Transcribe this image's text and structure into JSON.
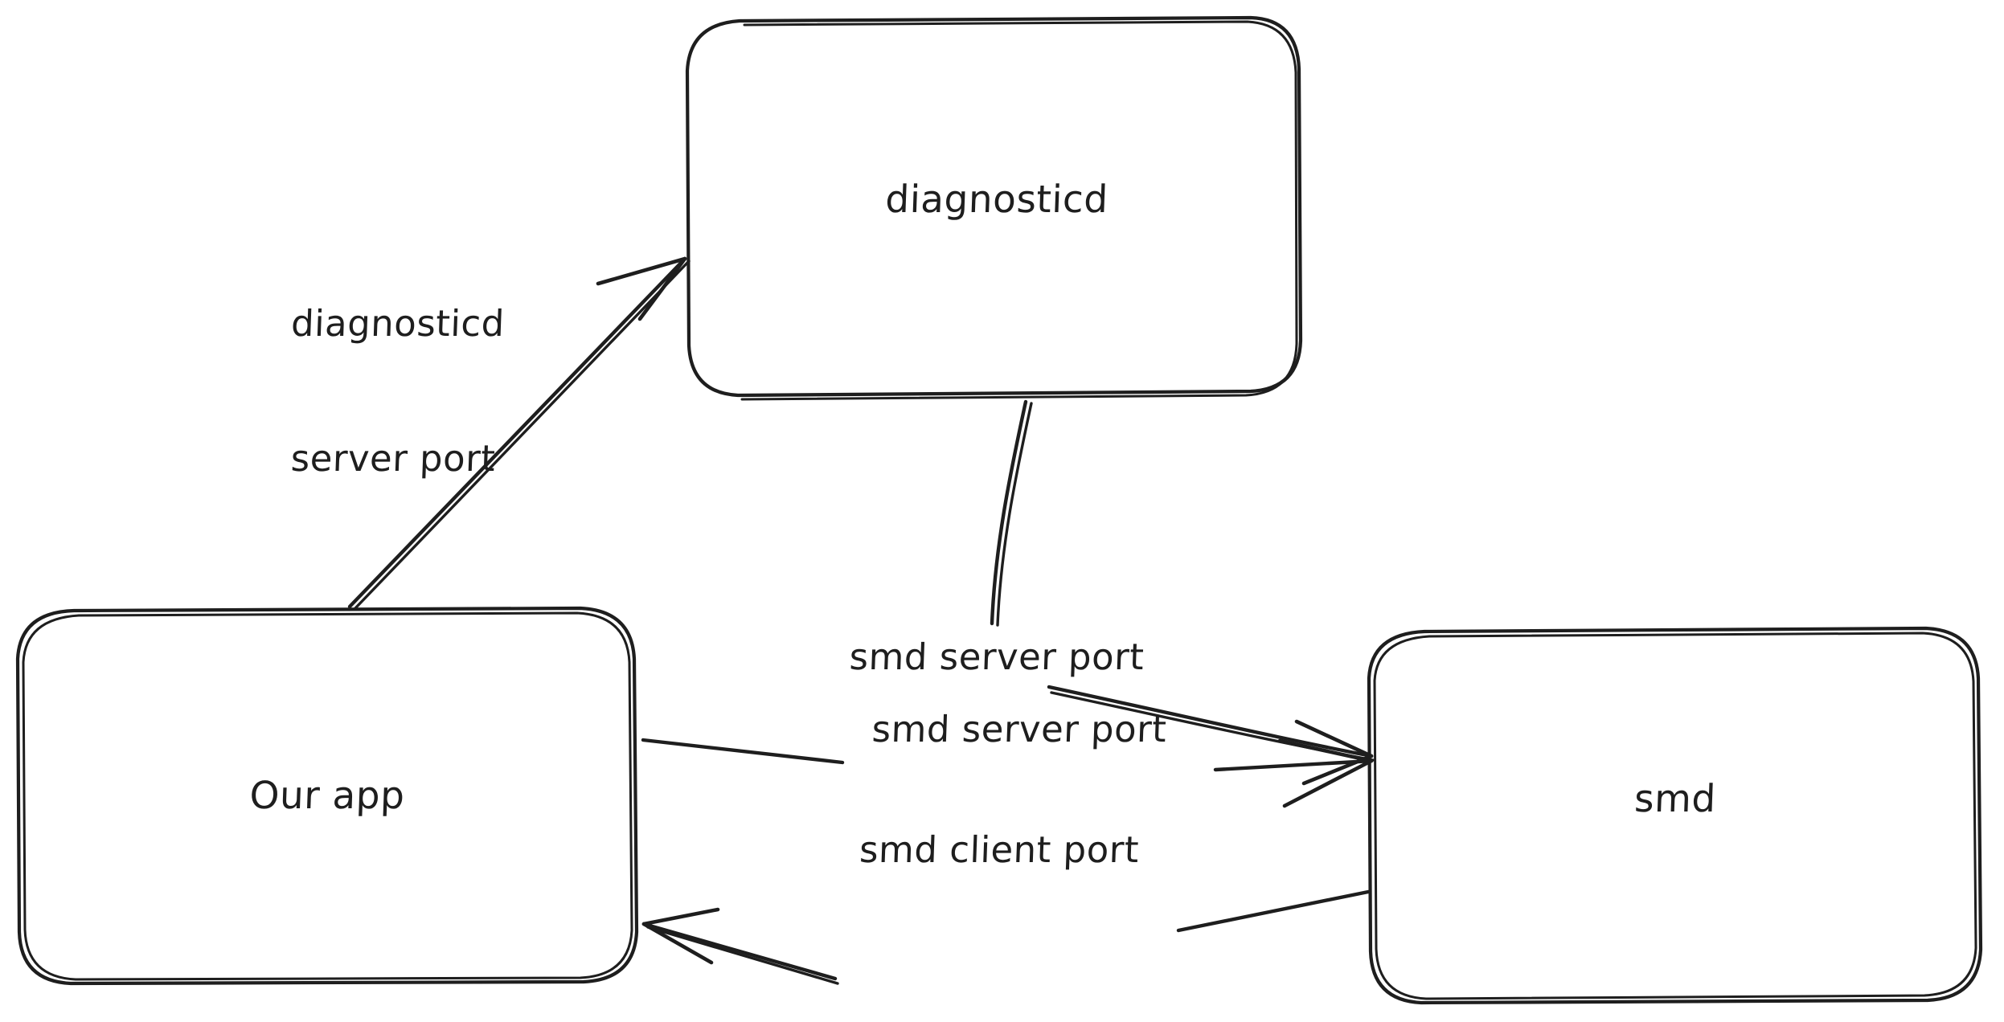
{
  "diagram": {
    "title": "service port connection diagram",
    "style": "hand-drawn sketch",
    "background_color": "#ffffff",
    "stroke_color": "#1e1e1e",
    "nodes": [
      {
        "id": "diagnosticd",
        "label": "diagnosticd"
      },
      {
        "id": "our_app",
        "label": "Our app"
      },
      {
        "id": "smd",
        "label": "smd"
      }
    ],
    "edges": [
      {
        "id": "ourapp-to-diagnosticd",
        "from": "Our app",
        "to": "diagnosticd",
        "label_line1": "diagnosticd",
        "label_line2": "server port",
        "direction": "to-diagnosticd"
      },
      {
        "id": "diagnosticd-to-smd",
        "from": "diagnosticd",
        "to": "smd",
        "label": "smd server port",
        "direction": "to-smd"
      },
      {
        "id": "ourapp-to-smd",
        "from": "Our app",
        "to": "smd",
        "label": "smd server port",
        "direction": "to-smd"
      },
      {
        "id": "smd-to-ourapp",
        "from": "smd",
        "to": "Our app",
        "label": "smd client port",
        "direction": "to-our-app"
      }
    ]
  }
}
